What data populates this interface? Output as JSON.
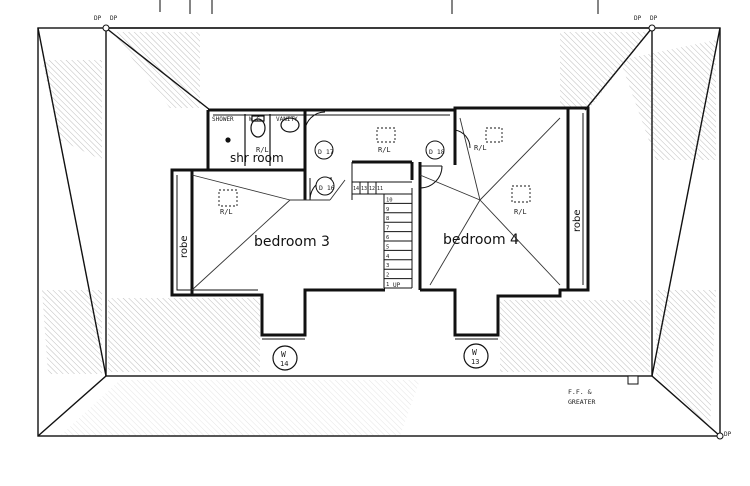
{
  "rooms": {
    "bedroom3": "bedroom 3",
    "bedroom4": "bedroom 4",
    "shower_room": "shr room",
    "shower": "SHOWER",
    "wc": "W.C",
    "vanity": "VANITY",
    "robe": "robe"
  },
  "ceiling_mark": "R/L",
  "doors": [
    "D 16",
    "D 17",
    "D 18"
  ],
  "windows": [
    {
      "tag": "W",
      "number": "14"
    },
    {
      "tag": "W",
      "number": "13"
    }
  ],
  "stair_numbers": [
    "1",
    "2",
    "3",
    "4",
    "5",
    "6",
    "7",
    "8",
    "9",
    "10",
    "11",
    "12",
    "13",
    "14"
  ],
  "stair_direction": "UP",
  "downpipe": "DP",
  "notes": {
    "fall": "F.F. &",
    "grate": "GREATER"
  },
  "colors": {
    "line": "#111111",
    "hatch": "#3a3a3a",
    "paper": "#ffffff"
  }
}
